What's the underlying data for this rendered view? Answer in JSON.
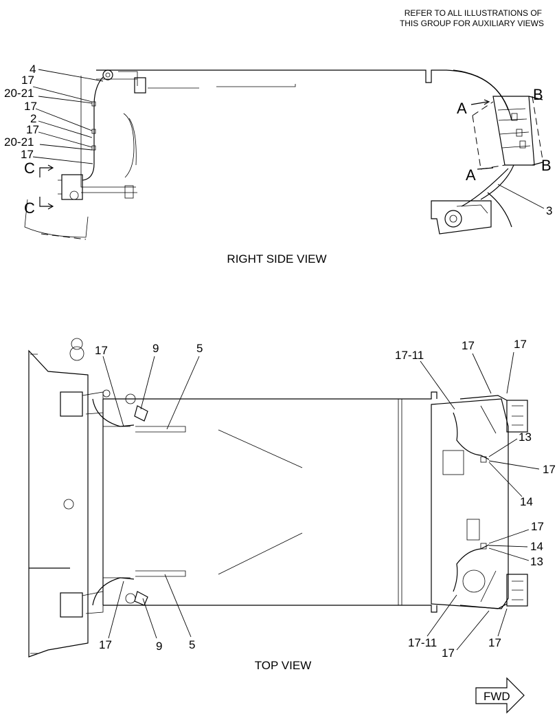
{
  "note": {
    "line1": "REFER TO ALL ILLUSTRATIONS OF",
    "line2": "THIS GROUP FOR AUXILIARY VIEWS"
  },
  "views": {
    "right_side_title": "RIGHT SIDE VIEW",
    "top_title": "TOP VIEW"
  },
  "fwd_label": "FWD",
  "callouts": {
    "rs_4": "4",
    "rs_17a": "17",
    "rs_20_21a": "20-21",
    "rs_17b": "17",
    "rs_2": "2",
    "rs_17c": "17",
    "rs_20_21b": "20-21",
    "rs_17d": "17",
    "rs_3": "3",
    "tv_17_tl": "17",
    "tv_9_top": "9",
    "tv_5_top": "5",
    "tv_17_bl": "17",
    "tv_9_bot": "9",
    "tv_5_bot": "5",
    "tv_17_11_top": "17-11",
    "tv_17_tr1": "17",
    "tv_17_tr2": "17",
    "tv_13_top": "13",
    "tv_17_r1": "17",
    "tv_14_top": "14",
    "tv_17_r2": "17",
    "tv_14_bot": "14",
    "tv_13_bot": "13",
    "tv_17_11_bot": "17-11",
    "tv_17_br1": "17",
    "tv_17_br2": "17"
  },
  "section_markers": {
    "a_top": "A",
    "a_bot": "A",
    "b_top": "B",
    "b_bot": "B",
    "c_top": "C",
    "c_bot": "C"
  }
}
